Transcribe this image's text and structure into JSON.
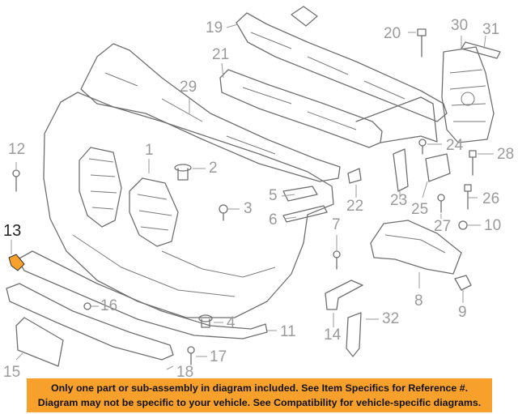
{
  "diagram": {
    "labels": {
      "l1": "1",
      "l2": "2",
      "l3": "3",
      "l4": "4",
      "l5": "5",
      "l6": "6",
      "l7": "7",
      "l8": "8",
      "l9": "9",
      "l10": "10",
      "l11": "11",
      "l12": "12",
      "l13": "13",
      "l14": "14",
      "l15": "15",
      "l16": "16",
      "l17": "17",
      "l18": "18",
      "l19": "19",
      "l20": "20",
      "l21": "21",
      "l22": "22",
      "l23": "23",
      "l24": "24",
      "l25": "25",
      "l26": "26",
      "l27": "27",
      "l28": "28",
      "l29": "29",
      "l30": "30",
      "l31": "31",
      "l32": "32"
    },
    "highlight_color": "#f7a02c",
    "banner": {
      "line1": "Only one part or sub-assembly in diagram included. See Item Specifics for Reference #.",
      "line2": "Diagram may not be specific to your vehicle. See Compatibility for vehicle-specific diagrams."
    }
  }
}
